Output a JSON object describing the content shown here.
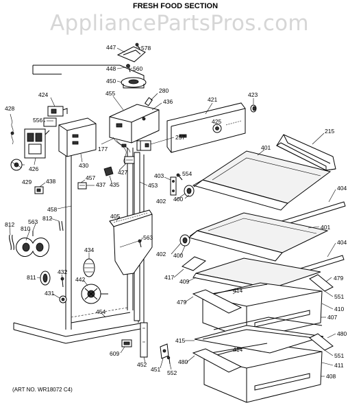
{
  "title": "FRESH FOOD SECTION",
  "watermark": "AppliancePartsPros.com",
  "art_number": "(ART NO. WR18072 C4)",
  "labels": {
    "l447": "447",
    "l578": "578",
    "l448": "448",
    "l560": "560",
    "l450": "450",
    "l280": "280",
    "l424": "424",
    "l455": "455",
    "l436": "436",
    "l421": "421",
    "l423": "423",
    "l428": "428",
    "l556": "556",
    "l425": "425",
    "l215": "215",
    "l177": "177",
    "l257": "257",
    "l401a": "401",
    "l426": "426",
    "l430": "430",
    "l427": "427",
    "l438": "438",
    "l457": "457",
    "l437": "437",
    "l435": "435",
    "l453": "453",
    "l403": "403",
    "l554": "554",
    "l429": "429",
    "l404a": "404",
    "l402a": "402",
    "l400a": "400",
    "l458": "458",
    "l812a": "812",
    "l563a": "563",
    "l812b": "812",
    "l810": "810",
    "l405": "405",
    "l401b": "401",
    "l563b": "563",
    "l404b": "404",
    "l434": "434",
    "l402b": "402",
    "l400b": "400",
    "l811": "811",
    "l432": "432",
    "l417": "417",
    "l409": "409",
    "l479a": "479",
    "l442": "442",
    "l414a": "414",
    "l431": "431",
    "l551a": "551",
    "l479b": "479",
    "l410": "410",
    "l454": "454",
    "l407": "407",
    "l480a": "480",
    "l415": "415",
    "l609": "609",
    "l414b": "414",
    "l551b": "551",
    "l452": "452",
    "l480b": "480",
    "l411": "411",
    "l451": "451",
    "l552": "552",
    "l408": "408"
  }
}
